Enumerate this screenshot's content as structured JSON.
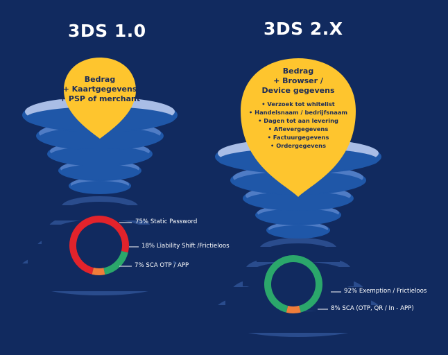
{
  "left": {
    "title": "3DS 1.0",
    "drop_lines": [
      "Bedrag",
      "+ Kaartgegevens",
      "+ PSP of merchant"
    ],
    "donut": {
      "segments": [
        {
          "label": "75% Static Password",
          "value": 75,
          "color": "#e2232b"
        },
        {
          "label": "18% Liability Shift /Frictieloos",
          "value": 18,
          "color": "#2ba76b"
        },
        {
          "label": "7% SCA OTP / APP",
          "value": 7,
          "color": "#f07d3a"
        }
      ]
    }
  },
  "right": {
    "title": "3DS 2.X",
    "drop_lines": [
      "Bedrag",
      "+ Browser /",
      "Device gegevens"
    ],
    "drop_bullets": [
      "Verzoek tot whitelist",
      "Handelsnaam / bedrijfsnaam",
      "Dagen tot aan levering",
      "Aflevergegevens",
      "Factuurgegevens",
      "Ordergegevens"
    ],
    "donut": {
      "segments": [
        {
          "label": "92% Exemption / Frictieloos",
          "value": 92,
          "color": "#2ba76b"
        },
        {
          "label": "8% SCA (OTP, QR / In - APP)",
          "value": 8,
          "color": "#f07d3a"
        }
      ]
    }
  },
  "colors": {
    "background": "#112a5f",
    "funnel_top": "#a9bde6",
    "funnel_body": "#1f57a8",
    "drop": "#fec52e"
  }
}
